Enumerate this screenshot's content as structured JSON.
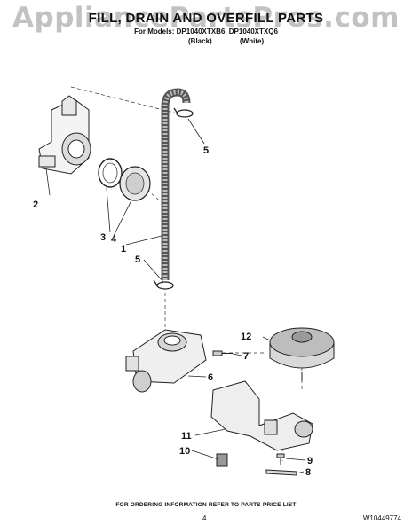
{
  "watermark": "AppliancePartsPros.com",
  "header": {
    "title": "FILL, DRAIN AND OVERFILL PARTS",
    "models": "For Models: DP1040XTXB6, DP1040XTXQ6",
    "variant_black": "(Black)",
    "variant_white": "(White)"
  },
  "callouts": {
    "c2": "2",
    "c3": "3",
    "c4": "4",
    "c1": "1",
    "c5_top": "5",
    "c5_bottom": "5",
    "c12": "12",
    "c7": "7",
    "c6": "6",
    "c11": "11",
    "c10": "10",
    "c9": "9",
    "c8": "8"
  },
  "footer": {
    "note": "FOR ORDERING INFORMATION REFER TO PARTS PRICE LIST",
    "page": "4",
    "doc_number": "W10449774"
  }
}
